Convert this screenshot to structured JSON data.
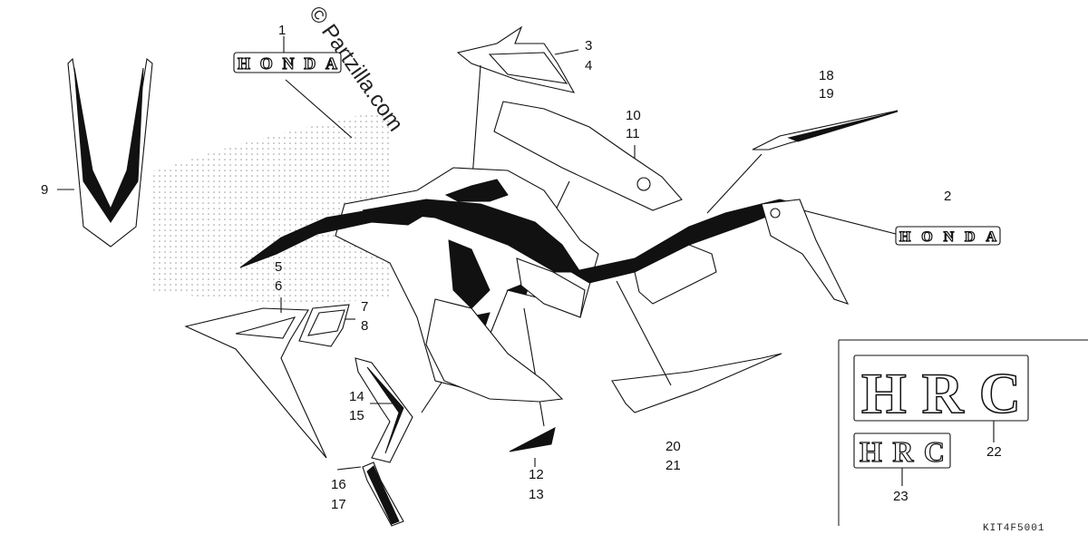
{
  "watermark": "© Partzilla.com",
  "diagram_code": "KIT4F5001",
  "logos": {
    "honda_text": "HONDA",
    "hrc_text": "HRC"
  },
  "callouts": {
    "c1": "1",
    "c2": "2",
    "c3": "3",
    "c4": "4",
    "c5": "5",
    "c6": "6",
    "c7": "7",
    "c8": "8",
    "c9": "9",
    "c10": "10",
    "c11": "11",
    "c12": "12",
    "c13": "13",
    "c14": "14",
    "c15": "15",
    "c16": "16",
    "c17": "17",
    "c18": "18",
    "c19": "19",
    "c20": "20",
    "c21": "21",
    "c22": "22",
    "c23": "23"
  }
}
